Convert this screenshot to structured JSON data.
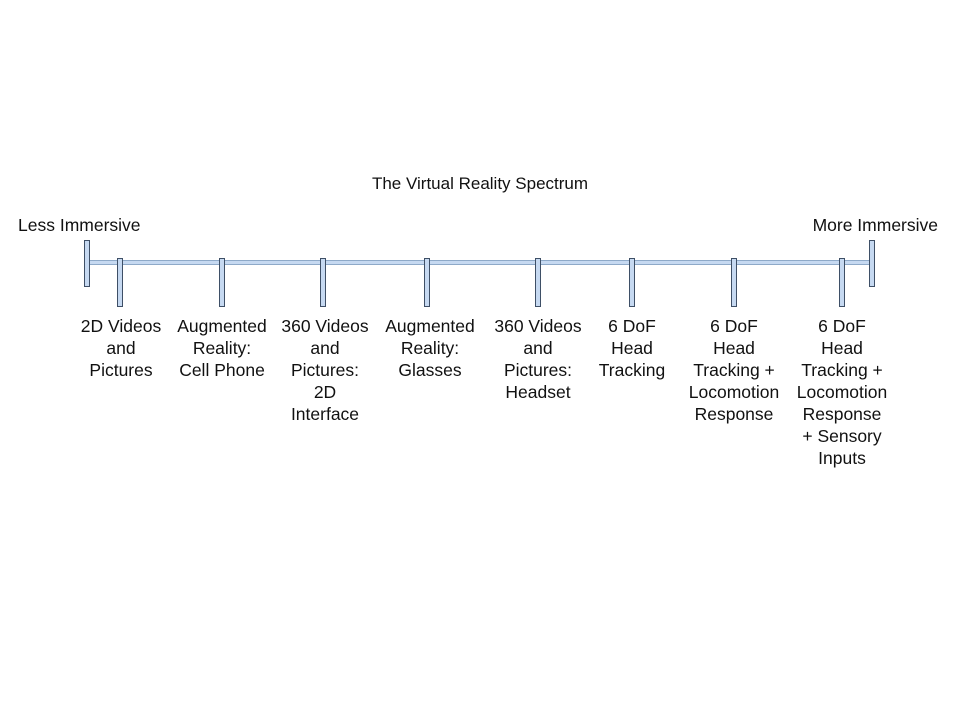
{
  "diagram": {
    "title": "The Virtual Reality Spectrum",
    "left_end_label": "Less Immersive",
    "right_end_label": "More Immersive",
    "stages": [
      {
        "lines": [
          "2D Videos",
          "and",
          "Pictures"
        ]
      },
      {
        "lines": [
          "Augmented",
          "Reality:",
          "Cell Phone"
        ]
      },
      {
        "lines": [
          "360 Videos",
          "and",
          "Pictures:",
          "2D",
          "Interface"
        ]
      },
      {
        "lines": [
          "Augmented",
          "Reality:",
          "Glasses"
        ]
      },
      {
        "lines": [
          "360 Videos",
          "and",
          "Pictures:",
          "Headset"
        ]
      },
      {
        "lines": [
          "6 DoF",
          "Head",
          "Tracking"
        ]
      },
      {
        "lines": [
          "6 DoF",
          "Head",
          "Tracking +",
          "Locomotion",
          "Response"
        ]
      },
      {
        "lines": [
          "6 DoF",
          "Head",
          "Tracking +",
          "Locomotion",
          "Response",
          "+ Sensory",
          "Inputs"
        ]
      }
    ]
  },
  "colors": {
    "bar_fill": "#c6d9f1",
    "bar_outline": "#3e4f66"
  }
}
